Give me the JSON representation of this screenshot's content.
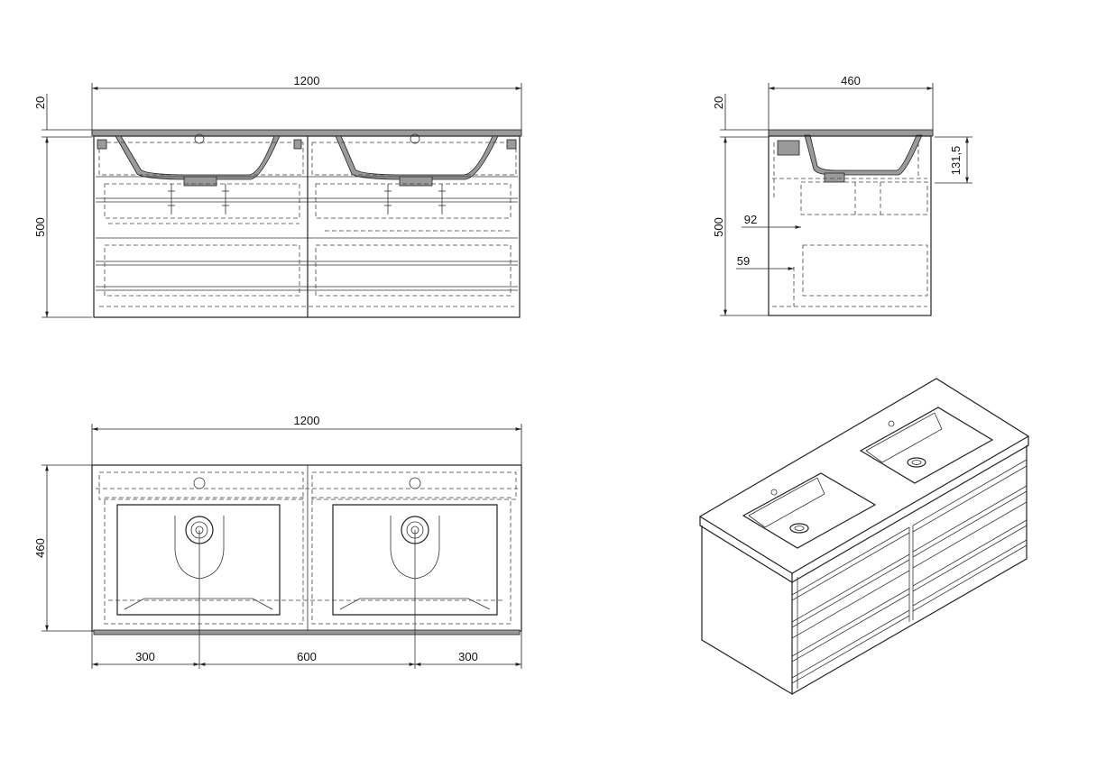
{
  "dimensions": {
    "front_width": "1200",
    "front_top_thickness": "20",
    "front_height": "500",
    "side_depth": "460",
    "side_top_thickness": "20",
    "side_height": "500",
    "side_basin_depth": "131,5",
    "side_offset_upper": "92",
    "side_offset_lower": "59",
    "top_width": "1200",
    "top_depth": "460",
    "top_left_offset": "300",
    "top_center_spacing": "600",
    "top_right_offset": "300"
  }
}
